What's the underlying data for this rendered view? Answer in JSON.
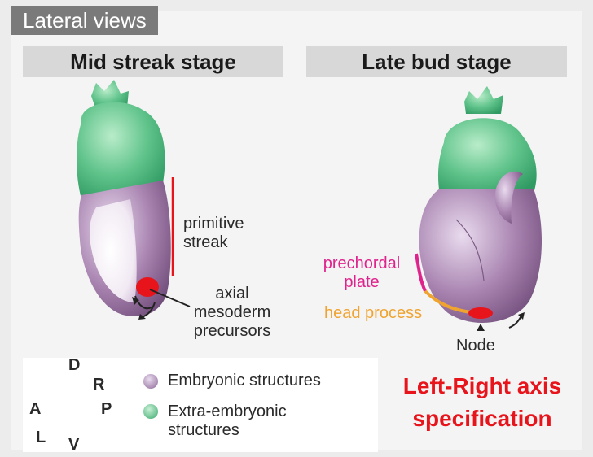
{
  "header": {
    "tag": "Lateral views"
  },
  "stages": {
    "left": "Mid streak stage",
    "right": "Late bud stage"
  },
  "left_labels": {
    "primitive_streak": [
      "primitive",
      "streak"
    ],
    "axial": [
      "axial",
      "mesoderm",
      "precursors"
    ]
  },
  "right_labels": {
    "prechordal": [
      "prechordal",
      "plate"
    ],
    "head_process": "head process",
    "node": "Node"
  },
  "axes": {
    "D": "D",
    "R": "R",
    "A": "A",
    "P": "P",
    "L": "L",
    "V": "V"
  },
  "legend": {
    "embryonic": "Embryonic structures",
    "extra": [
      "Extra-embryonic",
      "structures"
    ]
  },
  "callout": [
    "Left-Right axis",
    "specification"
  ],
  "colors": {
    "embryonic": "#a883b0",
    "extra_embryonic": "#5fc38a",
    "streak": "#e8141b",
    "prechordal": "#e0238c",
    "head_process": "#f0a430",
    "callout": "#e8141b"
  }
}
